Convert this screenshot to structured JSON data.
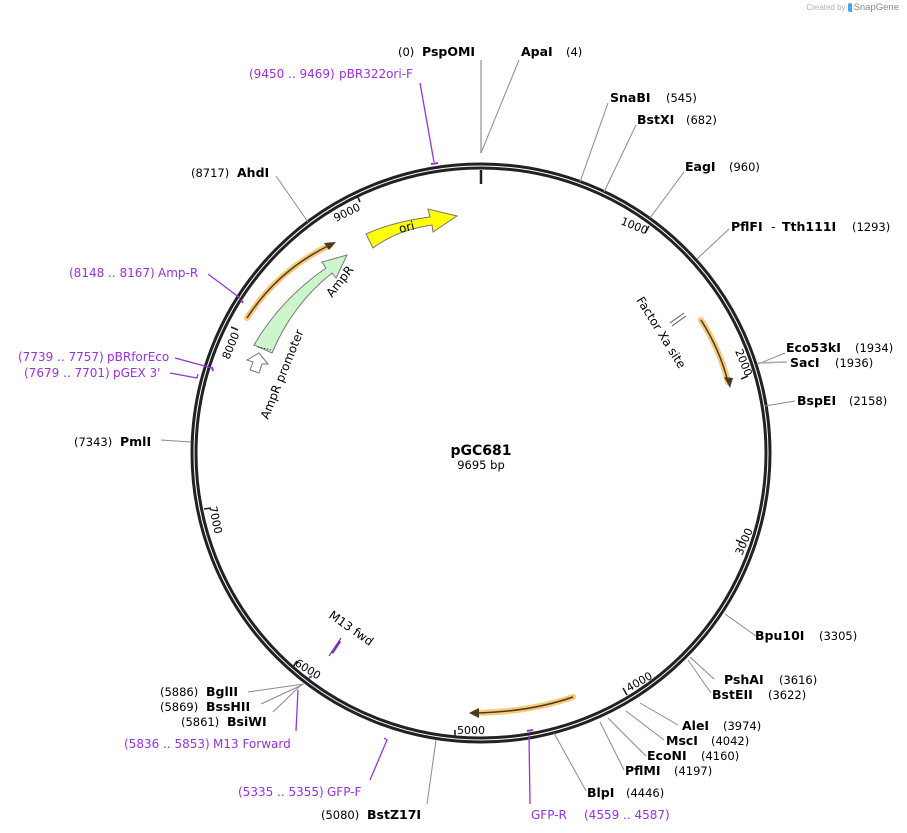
{
  "credit": {
    "prefix": "Created by",
    "brand": "SnapGene"
  },
  "plasmid": {
    "name": "pGC681",
    "length_label": "9695 bp",
    "length": 9695
  },
  "ticks": [
    {
      "label": "1000",
      "pos": 1000
    },
    {
      "label": "2000",
      "pos": 2000
    },
    {
      "label": "3000",
      "pos": 3000
    },
    {
      "label": "4000",
      "pos": 4000
    },
    {
      "label": "5000",
      "pos": 5000
    },
    {
      "label": "6000",
      "pos": 6000
    },
    {
      "label": "7000",
      "pos": 7000
    },
    {
      "label": "8000",
      "pos": 8000
    },
    {
      "label": "9000",
      "pos": 9000
    }
  ],
  "enzymes": [
    {
      "name": "PspOMI",
      "pos": "(0)"
    },
    {
      "name": "ApaI",
      "pos": "(4)"
    },
    {
      "name": "SnaBI",
      "pos": "(545)"
    },
    {
      "name": "BstXI",
      "pos": "(682)"
    },
    {
      "name": "EagI",
      "pos": "(960)"
    },
    {
      "name": "PflFI",
      "name2": "Tth111I",
      "sep": "-",
      "pos": "(1293)"
    },
    {
      "name": "Eco53kI",
      "pos": "(1934)"
    },
    {
      "name": "SacI",
      "pos": "(1936)"
    },
    {
      "name": "BspEI",
      "pos": "(2158)"
    },
    {
      "name": "Bpu10I",
      "pos": "(3305)"
    },
    {
      "name": "PshAI",
      "pos": "(3616)"
    },
    {
      "name": "BstEII",
      "pos": "(3622)"
    },
    {
      "name": "AleI",
      "pos": "(3974)"
    },
    {
      "name": "MscI",
      "pos": "(4042)"
    },
    {
      "name": "EcoNI",
      "pos": "(4160)"
    },
    {
      "name": "PflMI",
      "pos": "(4197)"
    },
    {
      "name": "BlpI",
      "pos": "(4446)"
    },
    {
      "name": "BstZ17I",
      "pos": "(5080)"
    },
    {
      "name": "BsiWI",
      "pos": "(5861)"
    },
    {
      "name": "BssHII",
      "pos": "(5869)"
    },
    {
      "name": "BglII",
      "pos": "(5886)"
    },
    {
      "name": "PmlI",
      "pos": "(7343)"
    },
    {
      "name": "AhdI",
      "pos": "(8717)"
    }
  ],
  "primers": [
    {
      "name": "pBR322ori-F",
      "range": "(9450 .. 9469)"
    },
    {
      "name": "Amp-R",
      "range": "(8148 .. 8167)"
    },
    {
      "name": "pBRforEco",
      "range": "(7739 .. 7757)"
    },
    {
      "name": "pGEX 3'",
      "range": "(7679 .. 7701)"
    },
    {
      "name": "M13 Forward",
      "range": "(5836 .. 5853)"
    },
    {
      "name": "GFP-F",
      "range": "(5335 .. 5355)"
    },
    {
      "name": "GFP-R",
      "range": "(4559 .. 4587)"
    }
  ],
  "features": [
    {
      "name": "ori",
      "color": "#ffff00"
    },
    {
      "name": "AmpR",
      "color": "#ccf5cc"
    },
    {
      "name": "AmpR promoter",
      "color": "#ffffff"
    },
    {
      "name": "Factor Xa site",
      "color": "#ffffff"
    },
    {
      "name": "M13 fwd",
      "color": "#7b2fbe"
    }
  ],
  "colors": {
    "primer": "#9b30e0",
    "orf_glow": "#f7c97a",
    "backbone": "#222222"
  }
}
